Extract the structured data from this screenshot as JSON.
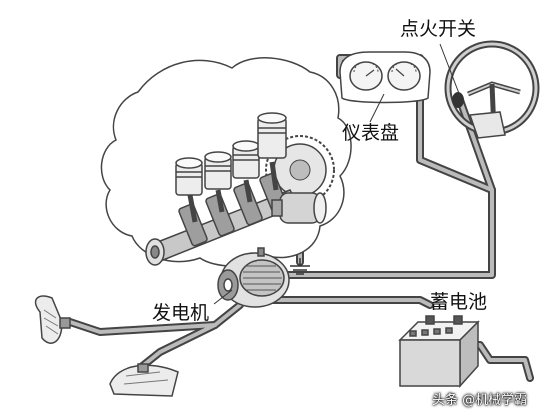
{
  "labels": {
    "ignition_switch": "点火开关",
    "dashboard": "仪表盘",
    "generator": "发电机",
    "battery": "蓄电池"
  },
  "watermark": "头条 @机械学霸",
  "colors": {
    "line": "#444444",
    "cable": "#aaaaaa",
    "fill_light": "#f2f2f2",
    "fill_mid": "#cfcfcf",
    "fill_dark": "#8a8a8a"
  }
}
